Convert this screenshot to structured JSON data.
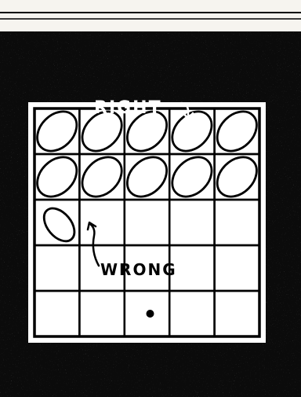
{
  "labels": {
    "right": "RIGHT",
    "wrong": "WRONG"
  },
  "grid": {
    "rows": 5,
    "cols": 5,
    "ovals": [
      [
        0,
        0
      ],
      [
        0,
        1
      ],
      [
        0,
        2
      ],
      [
        0,
        3
      ],
      [
        0,
        4
      ],
      [
        1,
        0
      ],
      [
        1,
        1
      ],
      [
        1,
        2
      ],
      [
        1,
        3
      ],
      [
        1,
        4
      ]
    ],
    "wrong_oval": [
      2,
      0
    ],
    "dot": [
      4,
      2
    ]
  },
  "colors": {
    "background": "#0b0b0b",
    "paper": "#ffffff",
    "ink": "#000000"
  }
}
